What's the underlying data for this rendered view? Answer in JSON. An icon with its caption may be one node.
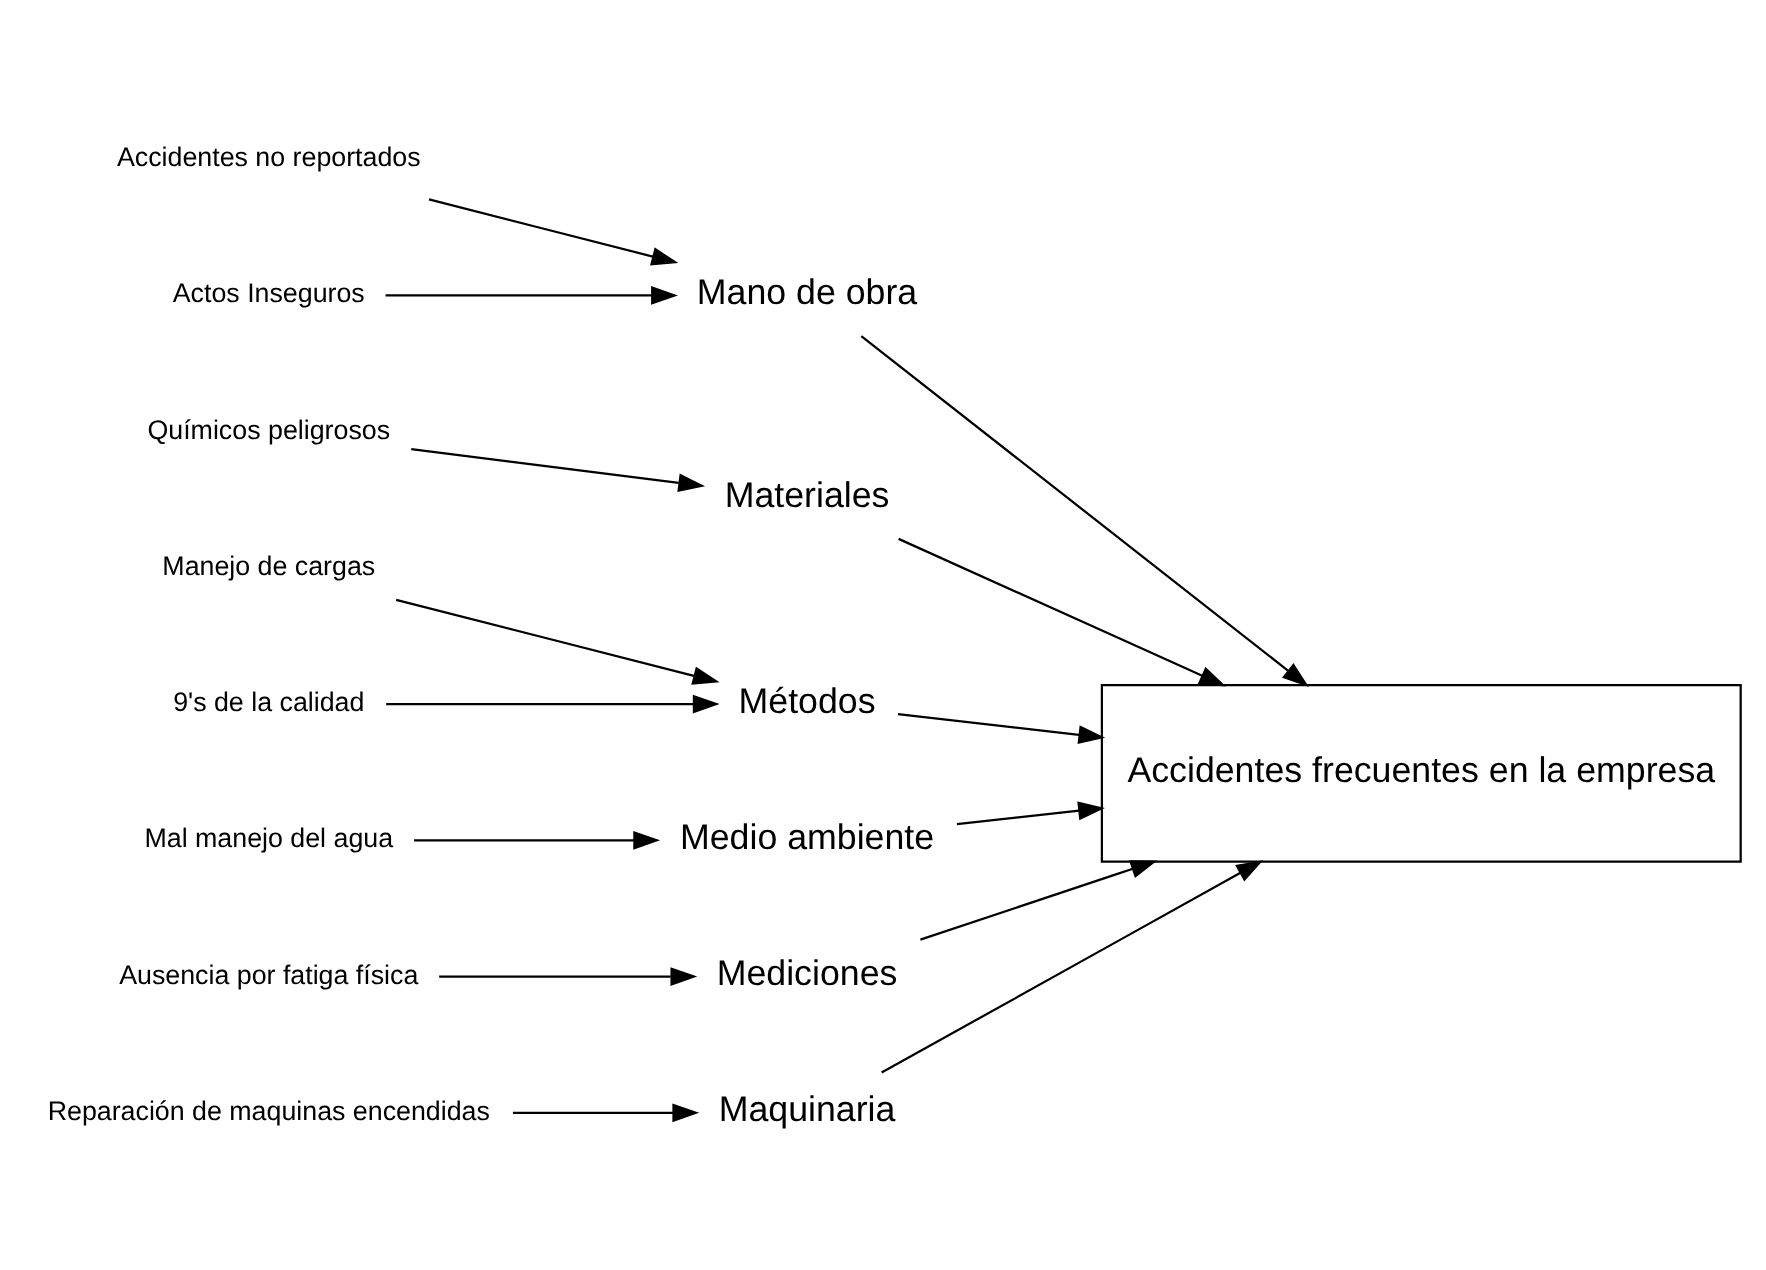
{
  "diagram": {
    "nodes": [
      {
        "text": [
          "Maquinaria"
        ]
      },
      {
        "text": [
          "Mano de obra"
        ]
      },
      {
        "text": [
          "Materiales"
        ]
      },
      {
        "text": [
          "Accidentes no reportados"
        ]
      },
      {
        "text": [
          "Reparación de maquinas encendidas"
        ]
      },
      {
        "text": [
          "Químicos peligrosos"
        ]
      },
      {
        "text": [
          "Actos Inseguros"
        ]
      },
      {
        "text": [
          "Accidentes frecuentes en la empresa"
        ]
      },
      {
        "text": [
          "Manejo de cargas"
        ]
      },
      {
        "text": [
          "Mal manejo del agua"
        ]
      },
      {
        "text": [
          "Ausencia por fatiga física"
        ]
      },
      {
        "text": [
          "9's de la calidad"
        ]
      },
      {
        "text": [
          "Métodos"
        ]
      },
      {
        "text": [
          "Medio ambiente"
        ]
      },
      {
        "text": [
          "Mediciones"
        ]
      }
    ],
    "edges": [
      {
        "from": 4,
        "to": 0,
        "arrow": "to"
      },
      {
        "from": 3,
        "to": 1,
        "arrow": "to"
      },
      {
        "from": 6,
        "to": 1,
        "arrow": "to"
      },
      {
        "from": 5,
        "to": 2,
        "arrow": "to"
      },
      {
        "from": 8,
        "to": 12,
        "arrow": "to"
      },
      {
        "from": 11,
        "to": 12,
        "arrow": "to"
      },
      {
        "from": 9,
        "to": 13,
        "arrow": "to"
      },
      {
        "from": 10,
        "to": 14,
        "arrow": "to"
      },
      {
        "from": 0,
        "to": 7,
        "arrow": "to"
      },
      {
        "from": 1,
        "to": 7,
        "arrow": "to"
      },
      {
        "from": 2,
        "to": 7,
        "arrow": "to"
      },
      {
        "from": 12,
        "to": 7,
        "arrow": "to"
      },
      {
        "from": 13,
        "to": 7,
        "arrow": "to"
      },
      {
        "from": 14,
        "to": 7,
        "arrow": "to"
      }
    ]
  }
}
